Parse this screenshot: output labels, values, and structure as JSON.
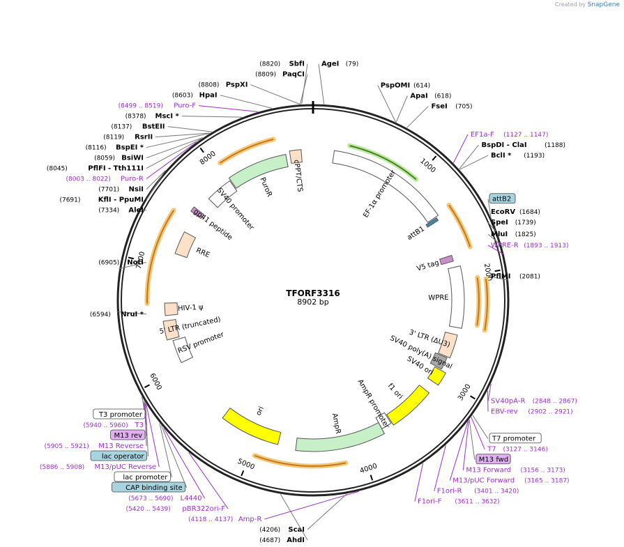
{
  "watermark": {
    "created_by": "Created by",
    "brand": "SnapGene"
  },
  "plasmid": {
    "name": "TFORF3316",
    "size": "8902 bp",
    "length": 8902
  },
  "ticks": [
    {
      "pos": 1000,
      "label": "1000"
    },
    {
      "pos": 2000,
      "label": "2000"
    },
    {
      "pos": 3000,
      "label": "3000"
    },
    {
      "pos": 4000,
      "label": "4000"
    },
    {
      "pos": 5000,
      "label": "5000"
    },
    {
      "pos": 6000,
      "label": "6000"
    },
    {
      "pos": 7000,
      "label": "7000"
    },
    {
      "pos": 8000,
      "label": "8000"
    }
  ],
  "sites": [
    {
      "name": "AgeI",
      "pos": 79,
      "label": "(79)",
      "side": "r",
      "color": "#000000",
      "bold": true
    },
    {
      "name": "PspOMI",
      "pos": 614,
      "label": "(614)",
      "side": "r",
      "color": "#000000",
      "bold": true
    },
    {
      "name": "ApaI",
      "pos": 618,
      "label": "(618)",
      "side": "r",
      "color": "#000000",
      "bold": true
    },
    {
      "name": "FseI",
      "pos": 705,
      "label": "(705)",
      "side": "r",
      "color": "#000000",
      "bold": true
    },
    {
      "name": "EF1a-F",
      "pos": 1127,
      "label": "(1127 .. 1147)",
      "side": "r",
      "color": "#9b30c8",
      "bold": false
    },
    {
      "name": "BspDI  - ClaI",
      "pos": 1188,
      "label": "(1188)",
      "side": "r",
      "color": "#000000",
      "bold": true
    },
    {
      "name": "BclI *",
      "pos": 1193,
      "label": "(1193)",
      "side": "r",
      "color": "#000000",
      "bold": true
    },
    {
      "name": "attB2",
      "pos": 1600,
      "label": "",
      "side": "r",
      "color": "#000000",
      "bold": false,
      "box": "#a8d4e0"
    },
    {
      "name": "EcoRV",
      "pos": 1684,
      "label": "(1684)",
      "side": "r",
      "color": "#000000",
      "bold": true
    },
    {
      "name": "SpeI",
      "pos": 1739,
      "label": "(1739)",
      "side": "r",
      "color": "#000000",
      "bold": true
    },
    {
      "name": "MluI",
      "pos": 1825,
      "label": "(1825)",
      "side": "r",
      "color": "#000000",
      "bold": true
    },
    {
      "name": "WPRE-R",
      "pos": 1893,
      "label": "(1893 .. 1913)",
      "side": "r",
      "color": "#9b30c8",
      "bold": false
    },
    {
      "name": "PflMI",
      "pos": 2081,
      "label": "(2081)",
      "side": "r",
      "color": "#000000",
      "bold": true
    },
    {
      "name": "SV40pA-R",
      "pos": 2848,
      "label": "(2848 .. 2867)",
      "side": "r",
      "color": "#9b30c8",
      "bold": false
    },
    {
      "name": "EBV-rev",
      "pos": 2902,
      "label": "(2902 .. 2921)",
      "side": "r",
      "color": "#9b30c8",
      "bold": false
    },
    {
      "name": "T7 promoter",
      "pos": 3110,
      "label": "",
      "side": "r",
      "color": "#000000",
      "bold": false,
      "box": "#ffffff"
    },
    {
      "name": "T7",
      "pos": 3127,
      "label": "(3127 .. 3146)",
      "side": "r",
      "color": "#9b30c8",
      "bold": false
    },
    {
      "name": "M13 fwd",
      "pos": 3150,
      "label": "",
      "side": "r",
      "color": "#000000",
      "bold": false,
      "box": "#e0b0f0"
    },
    {
      "name": "M13 Forward",
      "pos": 3156,
      "label": "(3156 .. 3173)",
      "side": "r",
      "color": "#9b30c8",
      "bold": false
    },
    {
      "name": "M13/pUC Forward",
      "pos": 3165,
      "label": "(3165 .. 3187)",
      "side": "r",
      "color": "#9b30c8",
      "bold": false
    },
    {
      "name": "F1ori-R",
      "pos": 3401,
      "label": "(3401 .. 3420)",
      "side": "r",
      "color": "#9b30c8",
      "bold": false
    },
    {
      "name": "F1ori-F",
      "pos": 3611,
      "label": "(3611 .. 3632)",
      "side": "r",
      "color": "#9b30c8",
      "bold": false
    },
    {
      "name": "Amp-R",
      "pos": 4118,
      "label": "(4118 .. 4137)",
      "side": "l",
      "color": "#9b30c8",
      "bold": false
    },
    {
      "name": "ScaI",
      "pos": 4206,
      "label": "(4206)",
      "side": "l",
      "color": "#000000",
      "bold": true
    },
    {
      "name": "AhdI",
      "pos": 4687,
      "label": "(4687)",
      "side": "l",
      "color": "#000000",
      "bold": true
    },
    {
      "name": "pBR322ori-F",
      "pos": 5420,
      "label": "(5420 .. 5439)",
      "side": "l",
      "color": "#9b30c8",
      "bold": false
    },
    {
      "name": "L4440",
      "pos": 5673,
      "label": "(5673 .. 5690)",
      "side": "l",
      "color": "#9b30c8",
      "bold": false
    },
    {
      "name": "CAP binding site",
      "pos": 5700,
      "label": "",
      "side": "l",
      "color": "#000000",
      "bold": false,
      "box": "#a8d4e0"
    },
    {
      "name": "lac promoter",
      "pos": 5720,
      "label": "",
      "side": "l",
      "color": "#000000",
      "bold": false,
      "box": "#ffffff"
    },
    {
      "name": "M13/pUC Reverse",
      "pos": 5886,
      "label": "(5886 .. 5908)",
      "side": "l",
      "color": "#9b30c8",
      "bold": false
    },
    {
      "name": "lac operator",
      "pos": 5895,
      "label": "",
      "side": "l",
      "color": "#000000",
      "bold": false,
      "box": "#a8d4e0"
    },
    {
      "name": "M13 Reverse",
      "pos": 5905,
      "label": "(5905 .. 5921)",
      "side": "l",
      "color": "#9b30c8",
      "bold": false
    },
    {
      "name": "M13 rev",
      "pos": 5915,
      "label": "",
      "side": "l",
      "color": "#000000",
      "bold": false,
      "box": "#e0b0f0"
    },
    {
      "name": "T3",
      "pos": 5940,
      "label": "(5940 .. 5960)",
      "side": "l",
      "color": "#9b30c8",
      "bold": false
    },
    {
      "name": "T3 promoter",
      "pos": 5950,
      "label": "",
      "side": "l",
      "color": "#000000",
      "bold": false,
      "box": "#ffffff"
    },
    {
      "name": "NruI *",
      "pos": 6594,
      "label": "(6594)",
      "side": "l",
      "color": "#000000",
      "bold": true
    },
    {
      "name": "NotI",
      "pos": 6905,
      "label": "(6905)",
      "side": "l",
      "color": "#000000",
      "bold": true
    },
    {
      "name": "AleI",
      "pos": 7334,
      "label": "(7334)",
      "side": "l",
      "color": "#000000",
      "bold": true
    },
    {
      "name": "KflI  - PpuMI",
      "pos": 7691,
      "label": "(7691)",
      "side": "l",
      "color": "#000000",
      "bold": true
    },
    {
      "name": "NsiI",
      "pos": 7701,
      "label": "(7701)",
      "side": "l",
      "color": "#000000",
      "bold": true
    },
    {
      "name": "Puro-R",
      "pos": 8003,
      "label": "(8003 .. 8022)",
      "side": "l",
      "color": "#9b30c8",
      "bold": false
    },
    {
      "name": "PflFI  - Tth111I",
      "pos": 8045,
      "label": "(8045)",
      "side": "l",
      "color": "#000000",
      "bold": true
    },
    {
      "name": "BsiWI",
      "pos": 8059,
      "label": "(8059)",
      "side": "l",
      "color": "#000000",
      "bold": true
    },
    {
      "name": "BspEI *",
      "pos": 8116,
      "label": "(8116)",
      "side": "l",
      "color": "#000000",
      "bold": true
    },
    {
      "name": "RsrII",
      "pos": 8119,
      "label": "(8119)",
      "side": "l",
      "color": "#000000",
      "bold": true
    },
    {
      "name": "BstEII",
      "pos": 8137,
      "label": "(8137)",
      "side": "l",
      "color": "#000000",
      "bold": true
    },
    {
      "name": "MscI *",
      "pos": 8378,
      "label": "(8378)",
      "side": "l",
      "color": "#000000",
      "bold": true
    },
    {
      "name": "Puro-F",
      "pos": 8499,
      "label": "(8499 .. 8519)",
      "side": "l",
      "color": "#9b30c8",
      "bold": false
    },
    {
      "name": "HpaI",
      "pos": 8603,
      "label": "(8603)",
      "side": "l",
      "color": "#000000",
      "bold": true
    },
    {
      "name": "PspXI",
      "pos": 8808,
      "label": "(8808)",
      "side": "l",
      "color": "#000000",
      "bold": true
    },
    {
      "name": "PaqCI",
      "pos": 8809,
      "label": "(8809)",
      "side": "l",
      "color": "#000000",
      "bold": true
    },
    {
      "name": "SbfI",
      "pos": 8820,
      "label": "(8820)",
      "side": "l",
      "color": "#000000",
      "bold": true
    }
  ],
  "features": [
    {
      "name": "EF-1α promoter",
      "start": 200,
      "end": 1380,
      "ring": 0,
      "dir": 1,
      "fill": "#ffffff",
      "label": "EF-1α promoter"
    },
    {
      "name": "attB1",
      "start": 1390,
      "end": 1420,
      "ring": 0,
      "dir": 1,
      "fill": "#3a8ca8",
      "label": "attB1"
    },
    {
      "name": "V5 tag",
      "start": 1780,
      "end": 1840,
      "ring": 0,
      "dir": 1,
      "fill": "#c890c8",
      "label": "V5 tag"
    },
    {
      "name": "WPRE",
      "start": 1900,
      "end": 2490,
      "ring": 0,
      "dir": 0,
      "fill": "#ffffff",
      "label": "WPRE"
    },
    {
      "name": "3' LTR (ΔU3)",
      "start": 2560,
      "end": 2790,
      "ring": 0,
      "dir": 0,
      "fill": "#fde0c8",
      "label": "3' LTR (ΔU3)"
    },
    {
      "name": "SV40 poly(A) signal",
      "start": 2800,
      "end": 2922,
      "ring": 0,
      "dir": 0,
      "fill": "#a8a8a8",
      "label": "SV40 poly(A) signal"
    },
    {
      "name": "SV40 ori",
      "start": 2935,
      "end": 3070,
      "ring": 0,
      "dir": 0,
      "fill": "#ffff00",
      "label": "SV40 ori"
    },
    {
      "name": "f1 ori",
      "start": 3180,
      "end": 3640,
      "ring": 0,
      "dir": -1,
      "fill": "#ffff00",
      "label": "f1 ori"
    },
    {
      "name": "AmpR promoter",
      "start": 3650,
      "end": 3755,
      "ring": 0,
      "dir": -1,
      "fill": "#ffffff",
      "label": "AmpR promoter"
    },
    {
      "name": "AmpR",
      "start": 3755,
      "end": 4615,
      "ring": 0,
      "dir": -1,
      "fill": "#c8f0c8",
      "label": "AmpR"
    },
    {
      "name": "ori",
      "start": 4790,
      "end": 5380,
      "ring": 0,
      "dir": -1,
      "fill": "#ffff00",
      "label": "ori"
    },
    {
      "name": "RSV promoter",
      "start": 6050,
      "end": 6280,
      "ring": 0,
      "dir": 1,
      "fill": "#ffffff",
      "label": "RSV promoter"
    },
    {
      "name": "5' LTR (truncated)",
      "start": 6300,
      "end": 6480,
      "ring": 0,
      "dir": 0,
      "fill": "#fde0c8",
      "label": "5' LTR (truncated)"
    },
    {
      "name": "HIV-1 ψ",
      "start": 6530,
      "end": 6650,
      "ring": 0,
      "dir": 0,
      "fill": "#fde0c8",
      "label": "HIV-1 ψ"
    },
    {
      "name": "RRE",
      "start": 7140,
      "end": 7370,
      "ring": 0,
      "dir": 0,
      "fill": "#fde0c8",
      "label": "RRE"
    },
    {
      "name": "gp41 peptide",
      "start": 7570,
      "end": 7620,
      "ring": 0,
      "dir": 0,
      "fill": "#c890c8",
      "label": "gp41 peptide"
    },
    {
      "name": "PuroR",
      "start": 8050,
      "end": 8640,
      "ring": 0,
      "dir": -1,
      "fill": "#c8f0c8",
      "label": "PuroR"
    },
    {
      "name": "SV40 promoter",
      "start": 7770,
      "end": 8040,
      "ring": 0,
      "dir": -1,
      "fill": "#ffffff",
      "label": "SV40 promoter"
    },
    {
      "name": "cPPT/CTS",
      "start": 8680,
      "end": 8790,
      "ring": 0,
      "dir": 0,
      "fill": "#fde0c8",
      "label": "cPPT/CTS"
    }
  ],
  "orange_arcs": [
    {
      "start": 8060,
      "end": 8560
    },
    {
      "start": 1360,
      "end": 1760
    },
    {
      "start": 2030,
      "end": 2440
    },
    {
      "start": 2050,
      "end": 2470
    },
    {
      "start": 4170,
      "end": 4960
    },
    {
      "start": 6650,
      "end": 7490
    }
  ],
  "green_arc": {
    "start": 330,
    "end": 1000
  }
}
